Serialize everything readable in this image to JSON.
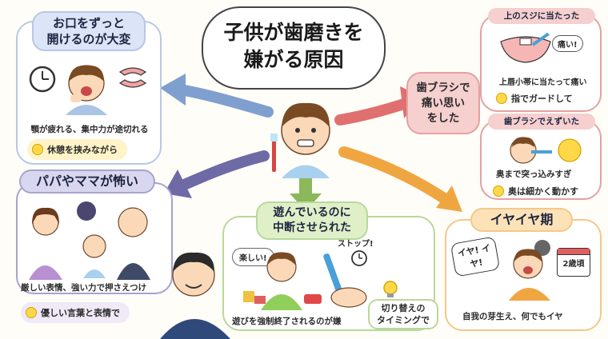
{
  "title": {
    "line1": "子供が歯磨きを",
    "line2": "嫌がる原因"
  },
  "mouth_panel": {
    "title_line1": "お口をずっと",
    "title_line2": "開けるのが大変",
    "desc": "顎が疲れる、集中力が途切れる",
    "tip": "休憩を挟みながら"
  },
  "parents_panel": {
    "title": "パパやママが怖い",
    "desc": "厳しい表情、強い力で押さえつけ",
    "tip": "優しい言葉と表情で"
  },
  "play_panel": {
    "title_line1": "遊んでいるのに",
    "title_line2": "中断させられた",
    "bubble_fun": "楽しい!",
    "bubble_stop": "ストップ!",
    "desc": "遊びを強制終了されるのが嫌",
    "tip_line1": "切り替えの",
    "tip_line2": "タイミングで"
  },
  "pain_panel": {
    "title_line1": "歯ブラシで",
    "title_line2": "痛い思い",
    "title_line3": "をした",
    "sub1_title": "上のスジに当たった",
    "sub1_bubble": "痛い!",
    "sub1_desc": "上唇小帯に当たって痛い",
    "sub1_tip": "指でガードして",
    "sub2_title": "歯ブラシでえずいた",
    "sub2_desc": "奥まで突っ込みすぎ",
    "sub2_tip": "奥は細かく動かす"
  },
  "iya_panel": {
    "title": "イヤイヤ期",
    "shout": "イヤ! イヤ!",
    "calendar": "2歳頃",
    "desc": "自我の芽生え、何でもイヤ"
  },
  "colors": {
    "blue_arrow": "#7f9fcf",
    "purple_arrow": "#6e6aa6",
    "green_arrow": "#8ab85a",
    "red_arrow": "#e07070",
    "orange_arrow": "#f0a640"
  }
}
